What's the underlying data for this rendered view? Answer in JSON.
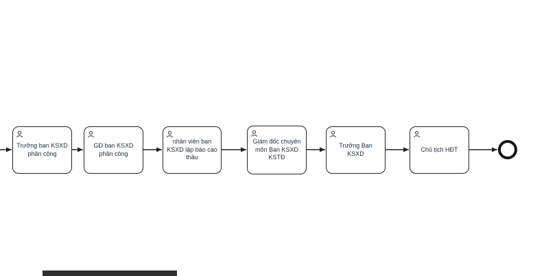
{
  "diagram": {
    "type": "bpmn-process-flow",
    "direction": "left-to-right",
    "nodes": [
      {
        "id": "task-1",
        "kind": "user-task",
        "icon": "user-icon",
        "label": "Trưởng ban KSXD phân công"
      },
      {
        "id": "task-2",
        "kind": "user-task",
        "icon": "user-icon",
        "label": "GĐ ban KSXD phân công"
      },
      {
        "id": "task-3",
        "kind": "user-task",
        "icon": "user-icon",
        "label": "nhân viên ban KSXD lập báo cáo thầu"
      },
      {
        "id": "task-4",
        "kind": "user-task",
        "icon": "user-icon",
        "label": "Giám đốc chuyên môn Ban KSXD KSTĐ"
      },
      {
        "id": "task-5",
        "kind": "user-task",
        "icon": "user-icon",
        "label": "Trưởng Ban KSXD"
      },
      {
        "id": "task-6",
        "kind": "user-task",
        "icon": "user-icon",
        "label": "Chủ tịch HĐT"
      },
      {
        "id": "end-event",
        "kind": "end-event",
        "label": ""
      }
    ],
    "flows": [
      {
        "from": "start-edge",
        "to": "task-1"
      },
      {
        "from": "task-1",
        "to": "task-2"
      },
      {
        "from": "task-2",
        "to": "task-3"
      },
      {
        "from": "task-3",
        "to": "task-4"
      },
      {
        "from": "task-4",
        "to": "task-5"
      },
      {
        "from": "task-5",
        "to": "task-6"
      },
      {
        "from": "task-6",
        "to": "end-event"
      }
    ],
    "colors": {
      "node_border": "#22242a",
      "label_text": "#20304a",
      "connector": "#22242a",
      "canvas": "#ffffff",
      "bottom_fragment": "#2d2f31"
    }
  }
}
